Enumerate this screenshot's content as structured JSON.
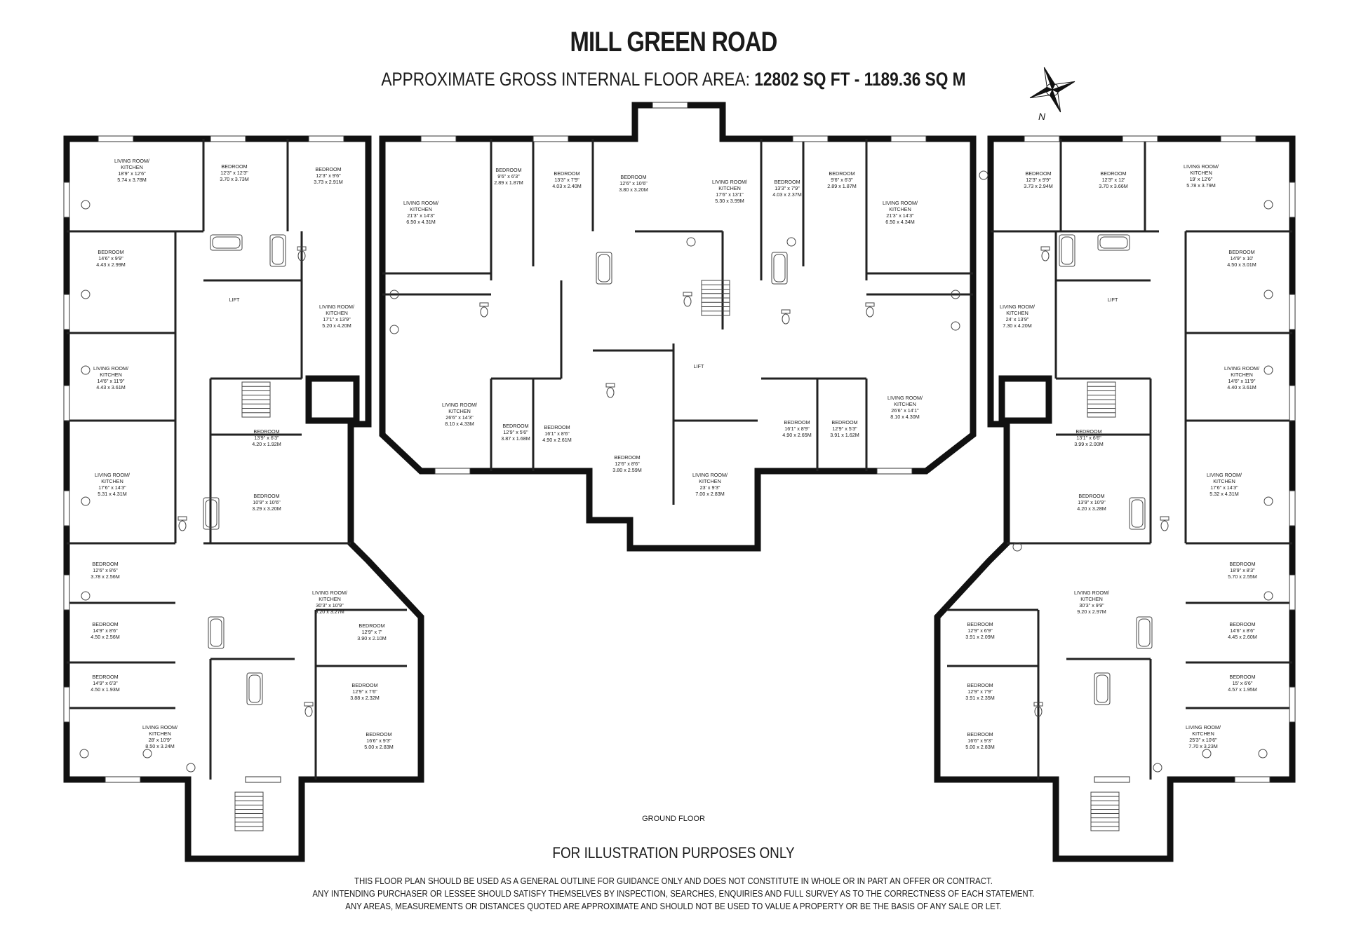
{
  "header": {
    "title": "MILL GREEN ROAD",
    "subtitle_prefix": "APPROXIMATE GROSS INTERNAL FLOOR AREA:",
    "subtitle_area": "12802 SQ FT  -  1189.36 SQ M"
  },
  "compass": {
    "north_label": "N"
  },
  "floor_label": "GROUND FLOOR",
  "footer": {
    "heading": "FOR ILLUSTRATION PURPOSES ONLY",
    "lines": [
      "THIS FLOOR PLAN SHOULD BE USED AS A GENERAL OUTLINE FOR GUIDANCE ONLY AND DOES NOT CONSTITUTE IN WHOLE OR IN PART AN OFFER OR CONTRACT.",
      "ANY INTENDING PURCHASER OR LESSEE SHOULD SATISFY THEMSELVES BY INSPECTION, SEARCHES, ENQUIRIES AND FULL SURVEY AS TO THE CORRECTNESS OF EACH STATEMENT.",
      "ANY AREAS, MEASUREMENTS OR DISTANCES QUOTED ARE APPROXIMATE AND SHOULD NOT BE USED TO VALUE A PROPERTY OR BE THE BASIS OF ANY SALE OR LET."
    ]
  },
  "rooms": [
    {
      "name": "LIVING ROOM/ KITCHEN",
      "imperial": "18'9\" x 12'6\"",
      "metric": "5.74 x 3.78M"
    },
    {
      "name": "BEDROOM",
      "imperial": "12'3\" x 12'3\"",
      "metric": "3.70 x 3.73M"
    },
    {
      "name": "BEDROOM",
      "imperial": "12'3\" x 9'6\"",
      "metric": "3.73 x 2.91M"
    },
    {
      "name": "BEDROOM",
      "imperial": "14'6\" x 9'9\"",
      "metric": "4.43 x 2.99M"
    },
    {
      "name": "LIFT",
      "imperial": "",
      "metric": ""
    },
    {
      "name": "LIVING ROOM/ KITCHEN",
      "imperial": "17'1\" x 13'9\"",
      "metric": "5.20 x 4.20M"
    },
    {
      "name": "LIVING ROOM/ KITCHEN",
      "imperial": "14'6\" x 11'9\"",
      "metric": "4.43 x 3.61M"
    },
    {
      "name": "BEDROOM",
      "imperial": "13'9\" x 6'3\"",
      "metric": "4.20 x 1.92M"
    },
    {
      "name": "LIVING ROOM/ KITCHEN",
      "imperial": "17'6\" x 14'3\"",
      "metric": "5.31 x 4.31M"
    },
    {
      "name": "BEDROOM",
      "imperial": "10'9\" x 10'6\"",
      "metric": "3.29 x 3.20M"
    },
    {
      "name": "BEDROOM",
      "imperial": "12'6\" x 8'6\"",
      "metric": "3.78 x 2.56M"
    },
    {
      "name": "LIVING ROOM/ KITCHEN",
      "imperial": "30'3\" x 10'9\"",
      "metric": "9.20 x 3.27M"
    },
    {
      "name": "BEDROOM",
      "imperial": "14'9\" x 8'6\"",
      "metric": "4.50 x 2.56M"
    },
    {
      "name": "BEDROOM",
      "imperial": "12'9\" x 7'",
      "metric": "3.90 x 2.10M"
    },
    {
      "name": "BEDROOM",
      "imperial": "14'9\" x 6'3\"",
      "metric": "4.50 x 1.93M"
    },
    {
      "name": "BEDROOM",
      "imperial": "12'9\" x 7'6\"",
      "metric": "3.88 x 2.32M"
    },
    {
      "name": "LIVING ROOM/ KITCHEN",
      "imperial": "28' x 10'9\"",
      "metric": "8.50 x 3.24M"
    },
    {
      "name": "BEDROOM",
      "imperial": "16'6\" x 9'3\"",
      "metric": "5.00 x 2.83M"
    },
    {
      "name": "LIVING ROOM/ KITCHEN",
      "imperial": "21'3\" x 14'3\"",
      "metric": "6.50 x 4.31M"
    },
    {
      "name": "BEDROOM",
      "imperial": "9'6\" x 6'3\"",
      "metric": "2.89 x 1.87M"
    },
    {
      "name": "BEDROOM",
      "imperial": "13'3\" x 7'9\"",
      "metric": "4.03 x 2.40M"
    },
    {
      "name": "BEDROOM",
      "imperial": "12'6\" x 10'6\"",
      "metric": "3.80 x 3.20M"
    },
    {
      "name": "LIVING ROOM/ KITCHEN",
      "imperial": "17'6\" x 13'1\"",
      "metric": "5.30 x 3.99M"
    },
    {
      "name": "BEDROOM",
      "imperial": "13'3\" x 7'9\"",
      "metric": "4.03 x 2.37M"
    },
    {
      "name": "BEDROOM",
      "imperial": "9'6\" x 6'3\"",
      "metric": "2.89 x 1.87M"
    },
    {
      "name": "LIVING ROOM/ KITCHEN",
      "imperial": "21'3\" x 14'3\"",
      "metric": "6.50 x 4.34M"
    },
    {
      "name": "LIVING ROOM/ KITCHEN",
      "imperial": "26'6\" x 14'3\"",
      "metric": "8.10 x 4.33M"
    },
    {
      "name": "BEDROOM",
      "imperial": "12'9\" x 5'6\"",
      "metric": "3.87 x 1.68M"
    },
    {
      "name": "BEDROOM",
      "imperial": "16'1\" x 8'6\"",
      "metric": "4.90 x 2.61M"
    },
    {
      "name": "LIFT",
      "imperial": "",
      "metric": ""
    },
    {
      "name": "BEDROOM",
      "imperial": "12'6\" x 8'6\"",
      "metric": "3.80 x 2.59M"
    },
    {
      "name": "LIVING ROOM/ KITCHEN",
      "imperial": "23' x 9'3\"",
      "metric": "7.00 x 2.83M"
    },
    {
      "name": "BEDROOM",
      "imperial": "16'1\" x 8'9\"",
      "metric": "4.90 x 2.65M"
    },
    {
      "name": "BEDROOM",
      "imperial": "12'9\" x 5'3\"",
      "metric": "3.91 x 1.62M"
    },
    {
      "name": "LIVING ROOM/ KITCHEN",
      "imperial": "26'6\" x 14'1\"",
      "metric": "8.10 x 4.30M"
    },
    {
      "name": "BEDROOM",
      "imperial": "12'3\" x 9'9\"",
      "metric": "3.73 x 2.94M"
    },
    {
      "name": "BEDROOM",
      "imperial": "12'3\" x 12'",
      "metric": "3.70 x 3.66M"
    },
    {
      "name": "LIVING ROOM/ KITCHEN",
      "imperial": "19' x 12'6\"",
      "metric": "5.78 x 3.79M"
    },
    {
      "name": "BEDROOM",
      "imperial": "14'9\" x 10'",
      "metric": "4.50 x 3.01M"
    },
    {
      "name": "LIFT",
      "imperial": "",
      "metric": ""
    },
    {
      "name": "LIVING ROOM/ KITCHEN",
      "imperial": "24' x 13'9\"",
      "metric": "7.30 x 4.20M"
    },
    {
      "name": "LIVING ROOM/ KITCHEN",
      "imperial": "14'6\" x 11'9\"",
      "metric": "4.40 x 3.61M"
    },
    {
      "name": "BEDROOM",
      "imperial": "13'1\" x 6'6\"",
      "metric": "3.99 x 2.00M"
    },
    {
      "name": "LIVING ROOM/ KITCHEN",
      "imperial": "17'6\" x 14'3\"",
      "metric": "5.32 x 4.31M"
    },
    {
      "name": "BEDROOM",
      "imperial": "13'9\" x 10'9\"",
      "metric": "4.20 x 3.28M"
    },
    {
      "name": "LIVING ROOM/ KITCHEN",
      "imperial": "30'3\" x 9'9\"",
      "metric": "9.20 x 2.97M"
    },
    {
      "name": "BEDROOM",
      "imperial": "18'9\" x 8'3\"",
      "metric": "5.70 x 2.55M"
    },
    {
      "name": "BEDROOM",
      "imperial": "12'9\" x 6'9\"",
      "metric": "3.91 x 2.09M"
    },
    {
      "name": "BEDROOM",
      "imperial": "14'6\" x 8'6\"",
      "metric": "4.45 x 2.60M"
    },
    {
      "name": "BEDROOM",
      "imperial": "12'9\" x 7'9\"",
      "metric": "3.91 x 2.35M"
    },
    {
      "name": "BEDROOM",
      "imperial": "15' x 6'6\"",
      "metric": "4.57 x 1.95M"
    },
    {
      "name": "BEDROOM",
      "imperial": "16'6\" x 9'3\"",
      "metric": "5.00 x 2.83M"
    },
    {
      "name": "LIVING ROOM/ KITCHEN",
      "imperial": "25'3\" x 10'6\"",
      "metric": "7.70 x 3.23M"
    }
  ]
}
